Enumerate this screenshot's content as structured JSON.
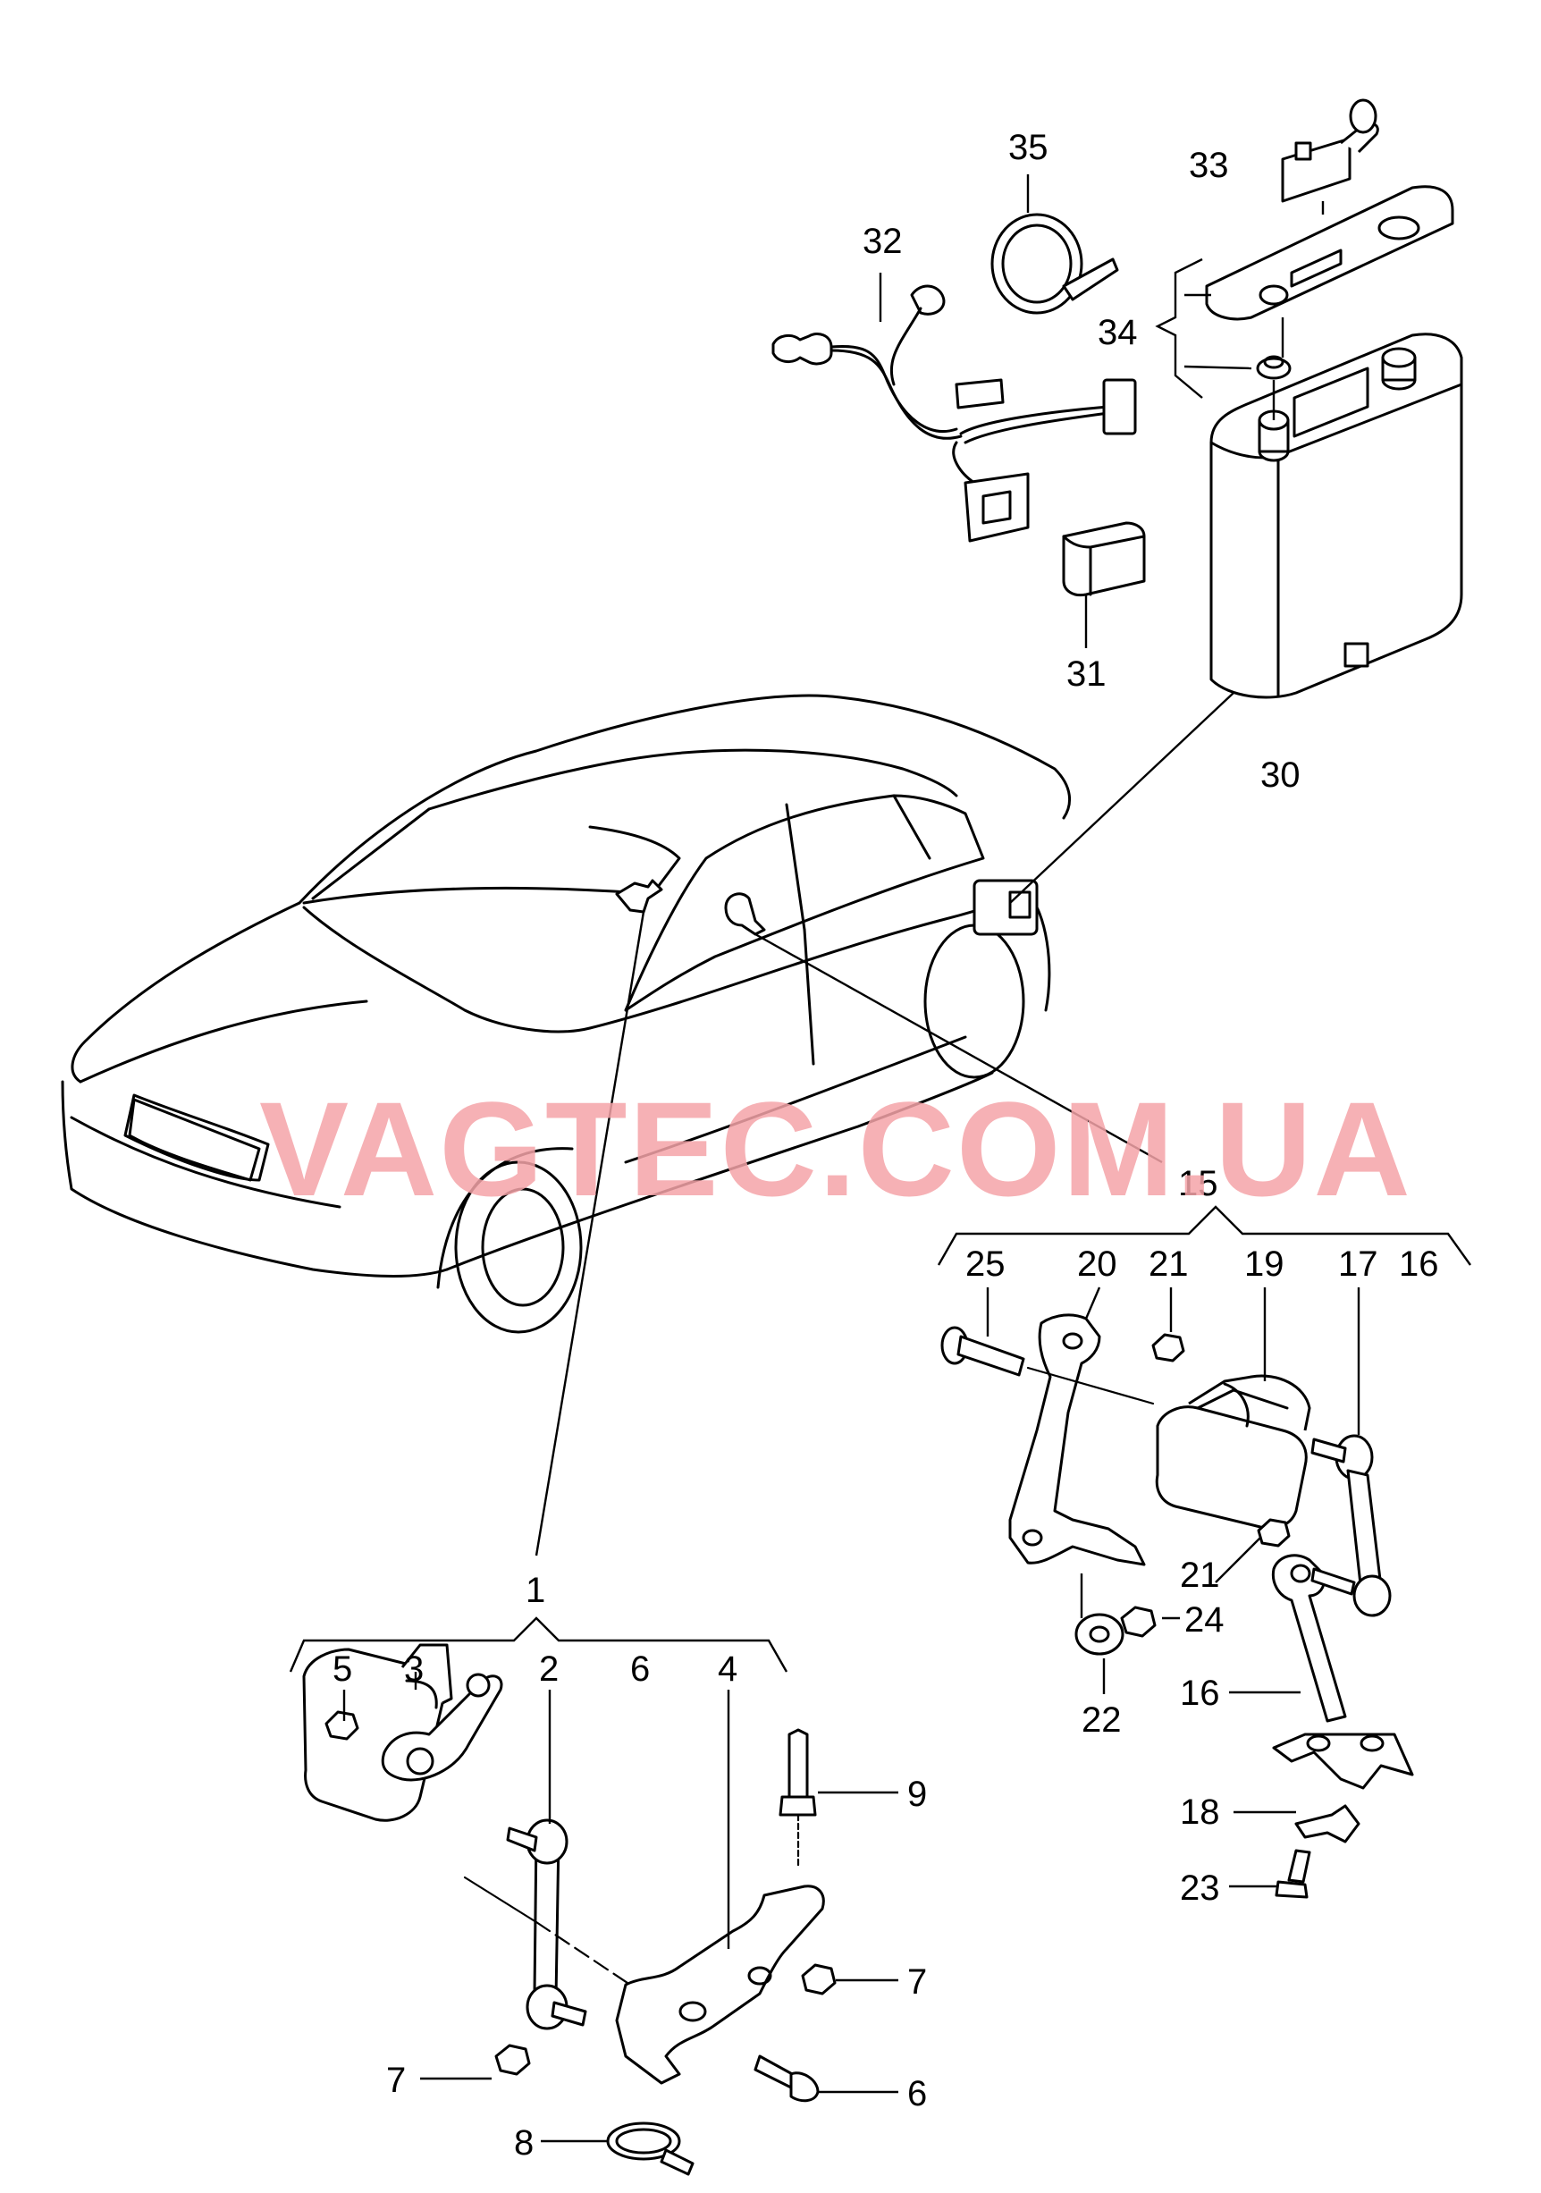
{
  "watermark": "VAGTEC.COM.UA",
  "callouts": [
    "1",
    "2",
    "3",
    "4",
    "5",
    "6",
    "6",
    "7",
    "7",
    "8",
    "9",
    "15",
    "16",
    "16",
    "17",
    "18",
    "19",
    "20",
    "21",
    "21",
    "22",
    "23",
    "24",
    "25",
    "30",
    "31",
    "32",
    "33",
    "34",
    "35"
  ]
}
